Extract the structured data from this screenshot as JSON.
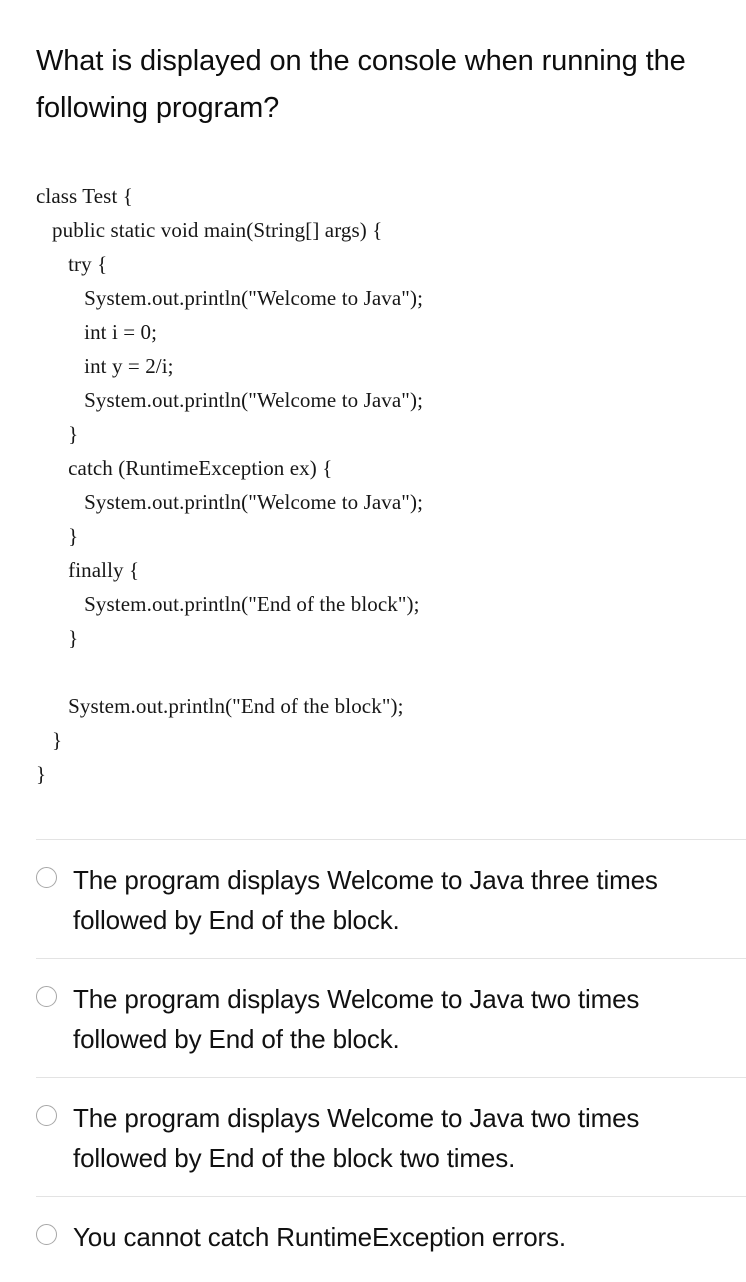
{
  "question": {
    "text": "What is displayed on the console when running the following program?"
  },
  "code": {
    "language": "java",
    "lines": [
      "class Test {",
      "   public static void main(String[] args) {",
      "      try {",
      "         System.out.println(\"Welcome to Java\");",
      "         int i = 0;",
      "         int y = 2/i;",
      "         System.out.println(\"Welcome to Java\");",
      "      }",
      "      catch (RuntimeException ex) {",
      "         System.out.println(\"Welcome to Java\");",
      "      }",
      "      finally {",
      "         System.out.println(\"End of the block\");",
      "      }",
      "",
      "      System.out.println(\"End of the block\");",
      "   }",
      "}"
    ]
  },
  "answers": {
    "input_type": "radio",
    "selected": null,
    "options": [
      {
        "id": "option-a",
        "label": "The program displays Welcome to Java three times followed by End of the block.",
        "selected": false
      },
      {
        "id": "option-b",
        "label": "The program displays Welcome to Java two times followed by End of the block.",
        "selected": false
      },
      {
        "id": "option-c",
        "label": "The program displays Welcome to Java two times followed by End of the block two times.",
        "selected": false
      },
      {
        "id": "option-d",
        "label": "You cannot catch RuntimeException errors.",
        "selected": false
      }
    ]
  },
  "colors": {
    "background": "#ffffff",
    "text": "#111111",
    "code_text": "#161616",
    "separator": "#e3e3e3",
    "radio_border": "#a7a7a7"
  }
}
